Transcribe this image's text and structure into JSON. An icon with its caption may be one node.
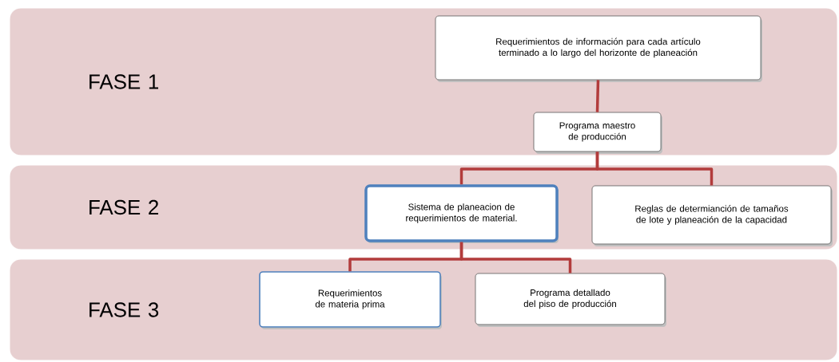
{
  "diagram": {
    "nodes": [
      {
        "text": [
          "FASE 1"
        ]
      },
      {
        "text": [
          "Requerimientos de información para cada artículo terminado a lo largo del horizonte de planeación"
        ],
        "in": 0
      },
      {
        "text": [
          "Programa maestro de producción"
        ],
        "in": 0
      },
      {
        "text": [
          "FASE 2"
        ]
      },
      {
        "text": [
          "Sistema de planeacion de requerimientos de material."
        ],
        "in": 3
      },
      {
        "text": [
          "Reglas de determianción de tamaños de lote y planeación de la capacidad"
        ],
        "in": 3
      },
      {
        "text": [
          "FASE 3"
        ]
      },
      {
        "text": [
          "Requerimientos de materia prima"
        ],
        "in": 6
      },
      {
        "text": [
          "Programa detallado del piso de producción"
        ],
        "in": 6
      }
    ],
    "edges": [
      {
        "from": 1,
        "to": 2,
        "arrow": "none"
      },
      {
        "from": 2,
        "to": 4,
        "arrow": "none"
      },
      {
        "from": 2,
        "to": 5,
        "arrow": "none"
      },
      {
        "from": 4,
        "to": 7,
        "arrow": "none"
      },
      {
        "from": 4,
        "to": 8,
        "arrow": "none"
      }
    ]
  }
}
